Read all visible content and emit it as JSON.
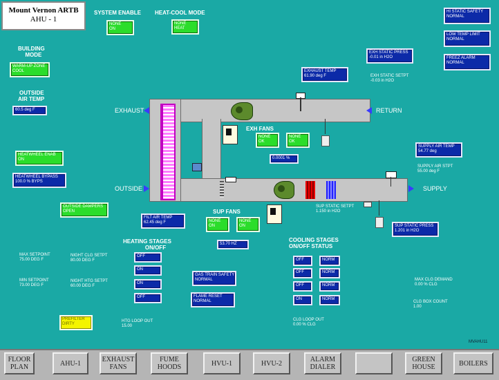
{
  "title": {
    "line1": "Mount Vernon ARTB",
    "line2": "AHU - 1"
  },
  "system_enable": {
    "label": "SYSTEM ENABLE",
    "value": "NONE\nON"
  },
  "heat_cool_mode": {
    "label": "HEAT-COOL MODE",
    "value": "NONE\nHEAT"
  },
  "building_mode": {
    "label_line1": "BUILDING",
    "label_line2": "MODE",
    "value": "WARM-UP ZONE\nCOOL"
  },
  "outside_air_temp": {
    "label_line1": "OUTSIDE",
    "label_line2": "AIR TEMP",
    "value": "60.5 deg F"
  },
  "heatwheel_enable": {
    "value": "HEATWHEEL ENAB\nON"
  },
  "heatwheel_bypass": {
    "value": "HEATWHEEL BYPASS\n100.0 % BYPS"
  },
  "outside_dampers": {
    "value": "OUTSIDE DAMPERS\nOPEN"
  },
  "hi_static_safety": {
    "value": "HI STATIC SAFETY\nNORMAL"
  },
  "low_temp_limit": {
    "value": "LOW TEMP LIMIT\nNORMAL"
  },
  "freeze_alarm": {
    "value": "FREEZ ALARM\nNORMAL"
  },
  "exh_static_press": {
    "value": "EXH STATIC PRESS\n-0.01 in H2O"
  },
  "exh_static_setpoint": {
    "value": "EXH STATIC SETPT\n-0.03 in H2O"
  },
  "exhaust_temp": {
    "value": "EXHAUST TEMP\n61.90 deg F"
  },
  "duct_labels": {
    "exhaust": "EXHAUST",
    "return": "RETURN",
    "outside": "OUTSIDE",
    "supply": "SUPPLY"
  },
  "exh_fans": {
    "label": "EXH FANS",
    "fan1": "NONE\nOK",
    "fan2": "NONE\nOK",
    "count": "0.0001 %"
  },
  "supply_air_temp": {
    "value": "SUPPLY AIR TEMP\n54.77 deg"
  },
  "supply_air_setpoint": {
    "value": "SUPPLY AIR STPT\n55.00 deg F"
  },
  "sup_static_setpoint": {
    "value": "SUP STATIC SETPT\n1.150 in H2O"
  },
  "sup_static_press": {
    "value": "SUP STATIC PRESS\n1.201 in H2O"
  },
  "filter_temp": {
    "value": "FILT AIR TEMP\n62.45 deg F"
  },
  "sup_fans": {
    "label": "SUP FANS",
    "fan1": "NONE\nON",
    "fan2": "NONE\nON",
    "frequency": "53.70 HZ"
  },
  "heating_stages": {
    "label_line1": "HEATING STAGES",
    "label_line2": "ON/OFF",
    "stages": [
      "OFF",
      "ON",
      "ON",
      "OFF"
    ]
  },
  "cooling_stages": {
    "label_line1": "COOLING STAGES",
    "label_line2": "ON/OFF  STATUS",
    "onoff": [
      "OFF",
      "OFF",
      "OFF",
      "ON"
    ],
    "status": [
      "NORM",
      "NORM",
      "NORM",
      "NORM"
    ]
  },
  "gas_train_safety": {
    "value": "GAS TRAIN SAFETY\nNORMAL"
  },
  "flame_reset": {
    "value": "FLAME RESET\nNORMAL"
  },
  "max_setpoint": {
    "value": "MAX SETPOINT\n75.00 DEG F"
  },
  "min_setpoint": {
    "value": "MIN SETPOINT\n73.00 DEG F"
  },
  "night_clg_setpt": {
    "value": "NIGHT CLG SETPT\n80.00 DEG F"
  },
  "night_htg_setpt": {
    "value": "NIGHT HTG SETPT\n60.00 DEG F"
  },
  "prefilter": {
    "value": "PREFILTER\nDIRTY"
  },
  "htg_loop_out": {
    "value": "HTG LOOP OUT\n15.00"
  },
  "clg_loop_out": {
    "value": "CLG LOOP OUT\n0.00 % CLG"
  },
  "max_clg_demand": {
    "value": "MAX CLG DEMAND\n0.00 % CLG"
  },
  "clg_box_count": {
    "value": "CLG BOX COUNT\n1.00"
  },
  "page_id": "MVAHU11",
  "nav": [
    "FLOOR\nPLAN",
    "AHU-1",
    "EXHAUST\nFANS",
    "FUME\nHOODS",
    "HVU-1",
    "HVU-2",
    "ALARM\nDIALER",
    "",
    "GREEN\nHOUSE",
    "BOILERS"
  ]
}
